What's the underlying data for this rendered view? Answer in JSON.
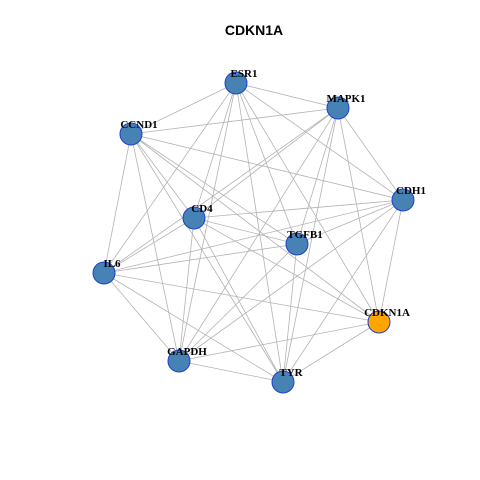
{
  "title": "CDKN1A",
  "colors": {
    "node_default": "#4682b4",
    "node_highlight": "#ffa500",
    "node_stroke": "#1f3fcf",
    "edge": "#b3b3b3"
  },
  "nodes": [
    {
      "id": "ESR1",
      "label": "ESR1",
      "highlight": false
    },
    {
      "id": "MAPK1",
      "label": "MAPK1",
      "highlight": false
    },
    {
      "id": "CCND1",
      "label": "CCND1",
      "highlight": false
    },
    {
      "id": "CDH1",
      "label": "CDH1",
      "highlight": false
    },
    {
      "id": "CD4",
      "label": "CD4",
      "highlight": false
    },
    {
      "id": "TGFB1",
      "label": "TGFB1",
      "highlight": false
    },
    {
      "id": "IL6",
      "label": "IL6",
      "highlight": false
    },
    {
      "id": "CDKN1A",
      "label": "CDKN1A",
      "highlight": true
    },
    {
      "id": "GAPDH",
      "label": "GAPDH",
      "highlight": false
    },
    {
      "id": "TYR",
      "label": "TYR",
      "highlight": false
    }
  ],
  "edges": [
    [
      "ESR1",
      "MAPK1"
    ],
    [
      "ESR1",
      "CCND1"
    ],
    [
      "ESR1",
      "CDH1"
    ],
    [
      "ESR1",
      "CD4"
    ],
    [
      "ESR1",
      "TGFB1"
    ],
    [
      "ESR1",
      "IL6"
    ],
    [
      "ESR1",
      "CDKN1A"
    ],
    [
      "ESR1",
      "GAPDH"
    ],
    [
      "ESR1",
      "TYR"
    ],
    [
      "MAPK1",
      "CCND1"
    ],
    [
      "MAPK1",
      "CDH1"
    ],
    [
      "MAPK1",
      "CD4"
    ],
    [
      "MAPK1",
      "TGFB1"
    ],
    [
      "MAPK1",
      "IL6"
    ],
    [
      "MAPK1",
      "CDKN1A"
    ],
    [
      "MAPK1",
      "GAPDH"
    ],
    [
      "MAPK1",
      "TYR"
    ],
    [
      "CCND1",
      "CDH1"
    ],
    [
      "CCND1",
      "CD4"
    ],
    [
      "CCND1",
      "TGFB1"
    ],
    [
      "CCND1",
      "IL6"
    ],
    [
      "CCND1",
      "CDKN1A"
    ],
    [
      "CCND1",
      "GAPDH"
    ],
    [
      "CCND1",
      "TYR"
    ],
    [
      "CDH1",
      "CD4"
    ],
    [
      "CDH1",
      "TGFB1"
    ],
    [
      "CDH1",
      "IL6"
    ],
    [
      "CDH1",
      "CDKN1A"
    ],
    [
      "CDH1",
      "GAPDH"
    ],
    [
      "CDH1",
      "TYR"
    ],
    [
      "CD4",
      "TGFB1"
    ],
    [
      "CD4",
      "IL6"
    ],
    [
      "CD4",
      "CDKN1A"
    ],
    [
      "CD4",
      "GAPDH"
    ],
    [
      "CD4",
      "TYR"
    ],
    [
      "TGFB1",
      "IL6"
    ],
    [
      "TGFB1",
      "GAPDH"
    ],
    [
      "TGFB1",
      "TYR"
    ],
    [
      "IL6",
      "CDKN1A"
    ],
    [
      "IL6",
      "GAPDH"
    ],
    [
      "IL6",
      "TYR"
    ],
    [
      "CDKN1A",
      "GAPDH"
    ],
    [
      "CDKN1A",
      "TYR"
    ],
    [
      "GAPDH",
      "TYR"
    ]
  ]
}
